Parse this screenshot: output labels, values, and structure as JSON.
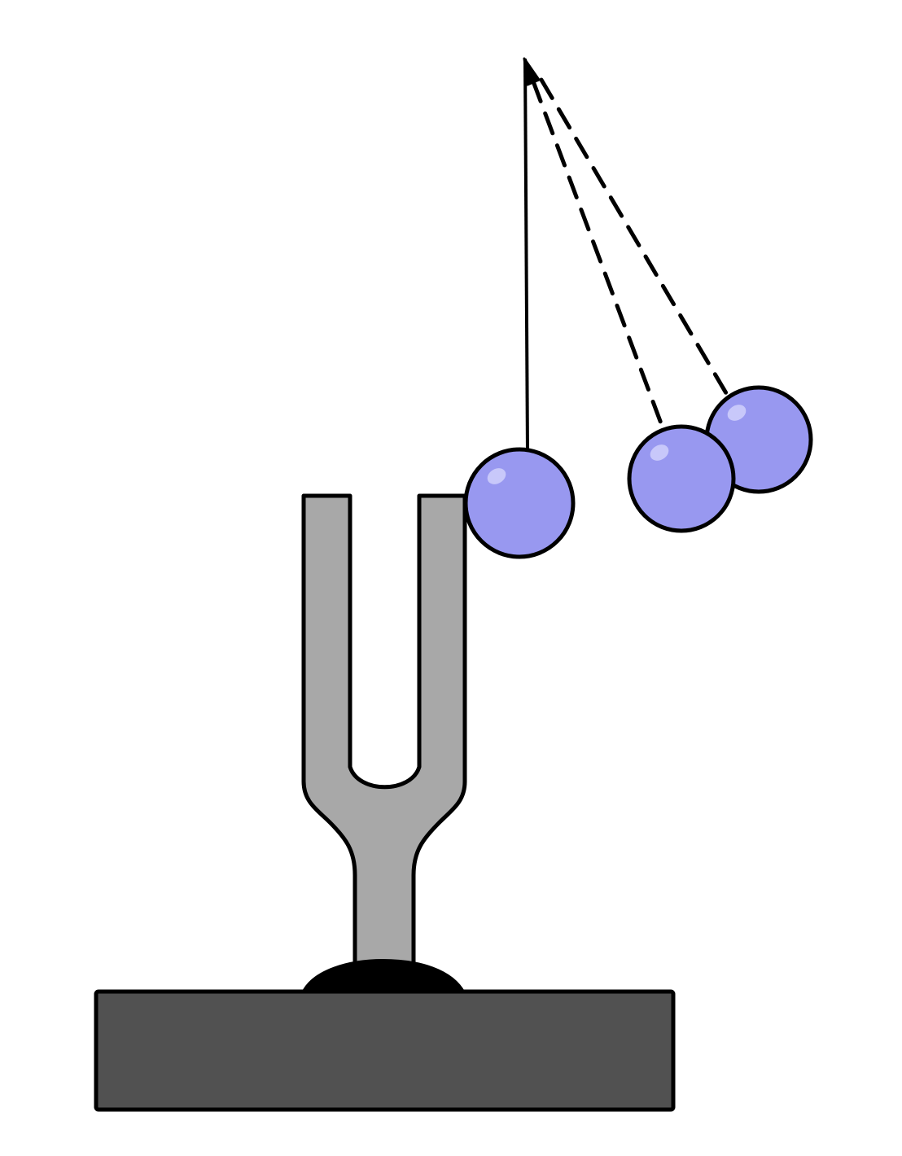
{
  "diagram": {
    "components": [
      {
        "id": "base-block",
        "kind": "base",
        "fill": "#515151"
      },
      {
        "id": "mount-mound",
        "kind": "mount",
        "fill": "#000000"
      },
      {
        "id": "tuning-fork",
        "kind": "tuning-fork",
        "fill": "#a8a8a8"
      },
      {
        "id": "pendulum-pivot",
        "kind": "pivot"
      },
      {
        "id": "pendulum-string",
        "kind": "string",
        "style": "solid"
      },
      {
        "id": "pendulum-ball-rest",
        "kind": "ball",
        "state": "touching fork prong",
        "fill": "#9898f0"
      },
      {
        "id": "pendulum-ball-swing-1",
        "kind": "ball",
        "state": "displaced (dashed string)",
        "fill": "#9898f0"
      },
      {
        "id": "pendulum-ball-swing-2",
        "kind": "ball",
        "state": "displaced further (dashed string)",
        "fill": "#9898f0"
      }
    ],
    "colors": {
      "outline": "#000000",
      "background": "#ffffff",
      "ball_fill": "#9898f0",
      "ball_highlight": "#c8c8fa",
      "fork_fill": "#a8a8a8",
      "base_fill": "#515151",
      "mount_fill": "#000000"
    }
  }
}
